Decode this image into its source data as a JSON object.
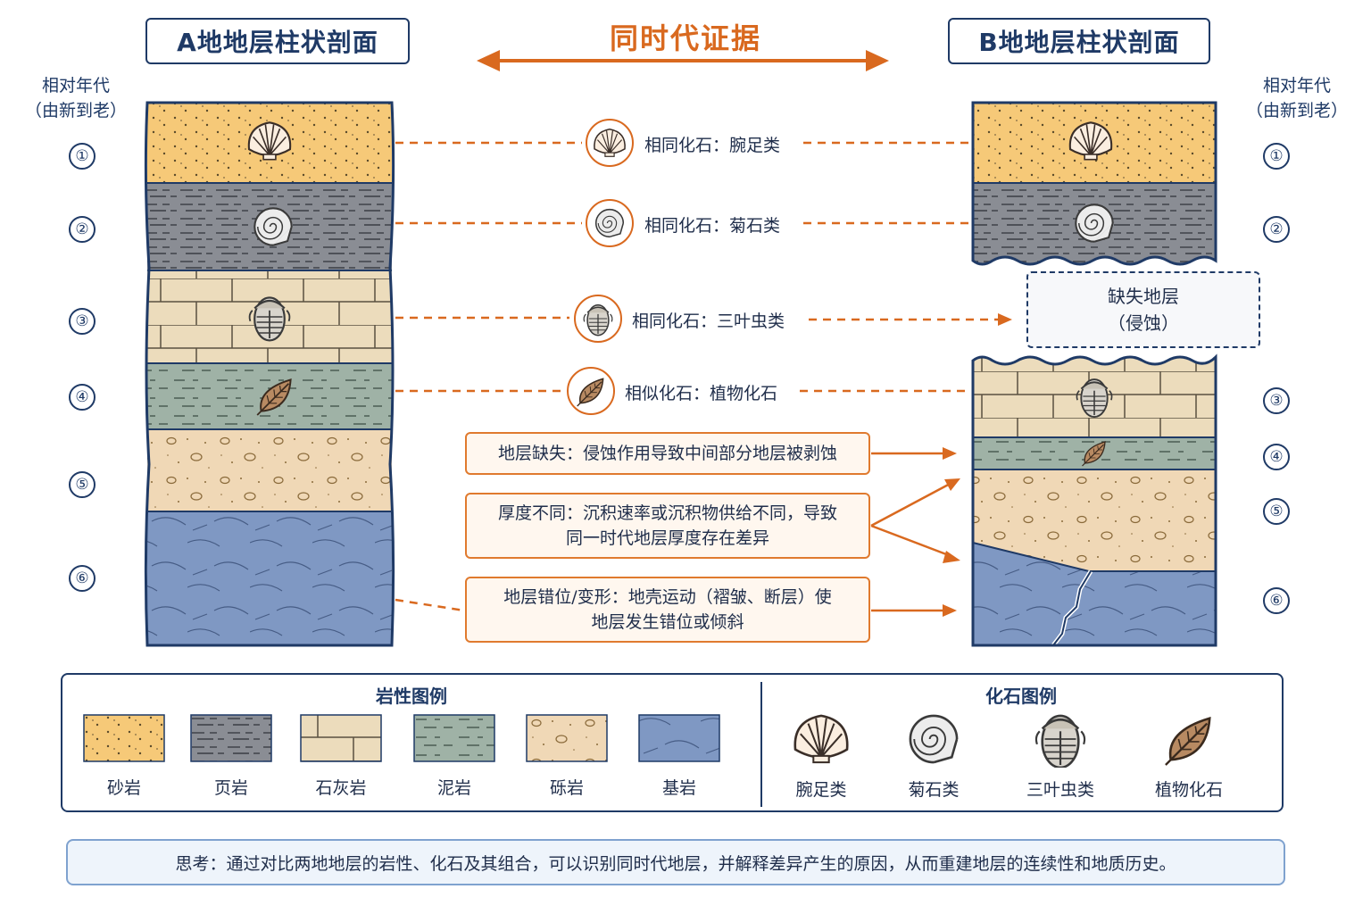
{
  "titles": {
    "left": "A地地层柱状剖面",
    "right": "B地地层柱状剖面",
    "center": "同时代证据"
  },
  "age_label": {
    "line1": "相对年代",
    "line2": "（由新到老）"
  },
  "layer_numbers": [
    "①",
    "②",
    "③",
    "④",
    "⑤",
    "⑥"
  ],
  "correlations": [
    {
      "label": "相同化石：腕足类",
      "fossil": "brachiopod-icon"
    },
    {
      "label": "相同化石：菊石类",
      "fossil": "ammonite-icon"
    },
    {
      "label": "相同化石：三叶虫类",
      "fossil": "trilobite-icon"
    },
    {
      "label": "相似化石：植物化石",
      "fossil": "leaf-icon"
    }
  ],
  "missing_layer": {
    "line1": "缺失地层",
    "line2": "（侵蚀）"
  },
  "notes": [
    {
      "line1": "地层缺失：侵蚀作用导致中间部分地层被剥蚀",
      "line2": ""
    },
    {
      "line1": "厚度不同：沉积速率或沉积物供给不同，导致",
      "line2": "同一时代地层厚度存在差异"
    },
    {
      "line1": "地层错位/变形：地壳运动（褶皱、断层）使",
      "line2": "地层发生错位或倾斜"
    }
  ],
  "legend": {
    "rock_title": "岩性图例",
    "fossil_title": "化石图例",
    "rocks": [
      "砂岩",
      "页岩",
      "石灰岩",
      "泥岩",
      "砾岩",
      "基岩"
    ],
    "fossils": [
      "腕足类",
      "菊石类",
      "三叶虫类",
      "植物化石"
    ]
  },
  "thinking": "思考：通过对比两地地层的岩性、化石及其组合，可以识别同时代地层，并解释差异产生的原因，从而重建地层的连续性和地质历史。",
  "colors": {
    "sandstone": "#f6c978",
    "shale": "#8a8d94",
    "limestone": "#ecdcbc",
    "mudstone": "#9fb2a6",
    "conglomerate": "#f0d8b6",
    "bedrock": "#7f98c3",
    "accent": "#d9691f",
    "navy": "#1f3a66"
  }
}
